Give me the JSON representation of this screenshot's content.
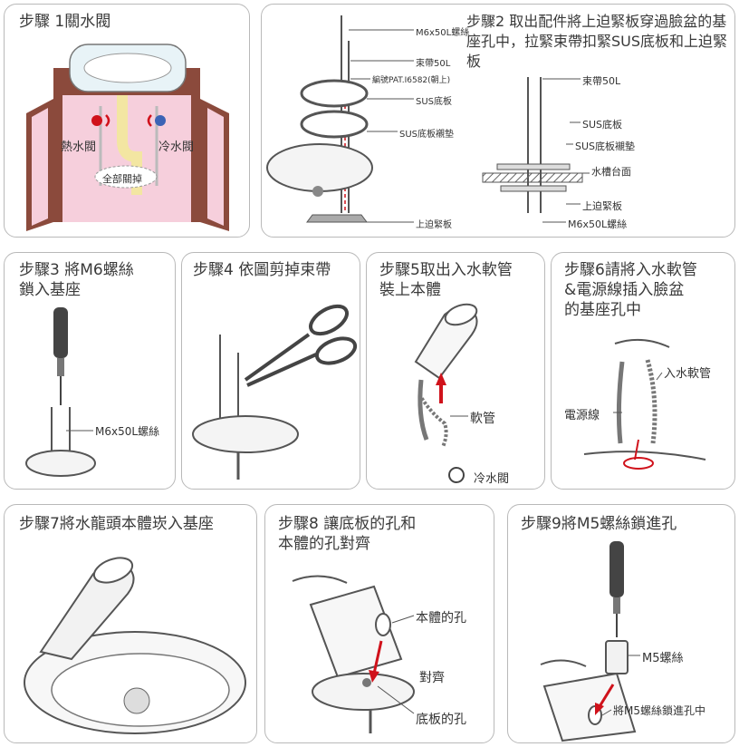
{
  "steps": {
    "s1": {
      "title": "步驟 1關水閥",
      "hot": "熱水閥",
      "cold": "冷水閥",
      "all_off": "全部關掉"
    },
    "s2": {
      "title": "步驟2 取出配件將上迫緊板穿過臉盆的基座孔中，拉緊束帶扣緊SUS底板和上迫緊板",
      "l_screw": "M6x50L螺絲",
      "l_tie": "束帶50L",
      "l_code": "編號PAT.I6582(朝上)",
      "l_sus": "SUS底板",
      "l_gasket": "SUS底板襯墊",
      "l_plate": "上迫緊板",
      "r_tie": "束帶50L",
      "r_sus": "SUS底板",
      "r_gasket": "SUS底板襯墊",
      "r_counter": "水槽台面",
      "r_plate": "上迫緊板",
      "r_screw": "M6x50L螺絲"
    },
    "s3": {
      "title": "步驟3 將M6螺絲\n鎖入基座",
      "screw": "M6x50L螺絲"
    },
    "s4": {
      "title": "步驟4 依圖剪掉束帶"
    },
    "s5": {
      "title": "步驟5取出入水軟管\n裝上本體",
      "hose": "軟管",
      "valve": "冷水閥"
    },
    "s6": {
      "title": "步驟6請將入水軟管\n&電源線插入臉盆\n的基座孔中",
      "hose": "入水軟管",
      "power": "電源線"
    },
    "s7": {
      "title": "步驟7將水龍頭本體崁入基座"
    },
    "s8": {
      "title": "步驟8 讓底板的孔和\n本體的孔對齊",
      "body_hole": "本體的孔",
      "align": "對齊",
      "base_hole": "底板的孔"
    },
    "s9": {
      "title": "步驟9將M5螺絲鎖進孔",
      "screw": "M5螺絲",
      "into": "將M5螺絲鎖進孔中"
    }
  },
  "colors": {
    "border": "#b9b9b9",
    "red": "#d0121b",
    "cabinet": "#8b4a3c",
    "pink": "#f6cfdc",
    "yellow": "#f3e6a2",
    "blue": "#3b63b5"
  }
}
